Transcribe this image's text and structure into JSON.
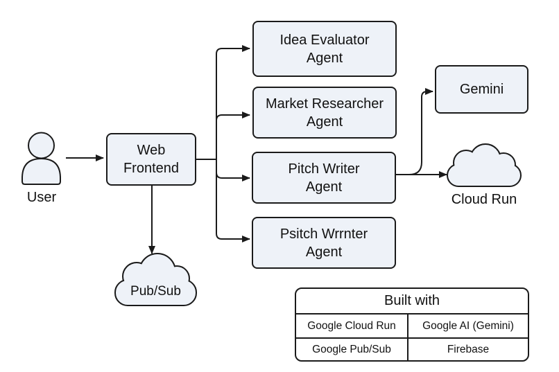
{
  "diagram": {
    "nodes": {
      "user": {
        "label": "User"
      },
      "web_frontend": {
        "line1": "Web",
        "line2": "Frontend"
      },
      "idea_evaluator": {
        "line1": "Idea Evaluator",
        "line2": "Agent"
      },
      "market_researcher": {
        "line1": "Market Researcher",
        "line2": "Agent"
      },
      "pitch_writer": {
        "line1": "Pitch Writer",
        "line2": "Agent"
      },
      "psitch_wrrnter": {
        "line1": "Psitch Wrrnter",
        "line2": "Agent"
      },
      "gemini": {
        "label": "Gemini"
      },
      "cloud_run": {
        "label": "Cloud Run"
      },
      "pub_sub": {
        "label": "Pub/Sub"
      }
    },
    "edges": [
      {
        "from": "User",
        "to": "Web Frontend"
      },
      {
        "from": "Web Frontend",
        "to": "Idea Evaluator Agent"
      },
      {
        "from": "Web Frontend",
        "to": "Market Researcher Agent"
      },
      {
        "from": "Web Frontend",
        "to": "Pitch Writer Agent"
      },
      {
        "from": "Web Frontend",
        "to": "Psitch Wrrnter Agent"
      },
      {
        "from": "Web Frontend",
        "to": "Pub/Sub"
      },
      {
        "from": "Pitch Writer Agent",
        "to": "Gemini"
      },
      {
        "from": "Pitch Writer Agent",
        "to": "Cloud Run"
      }
    ],
    "table": {
      "title": "Built with",
      "rows": [
        [
          "Google Cloud Run",
          "Google AI (Gemini)"
        ],
        [
          "Google Pub/Sub",
          "Firebase"
        ]
      ]
    },
    "colors": {
      "node_fill": "#eef2f8",
      "stroke": "#1a1a1a",
      "text": "#111111",
      "table_fill": "#ffffff",
      "background": "#ffffff"
    }
  }
}
